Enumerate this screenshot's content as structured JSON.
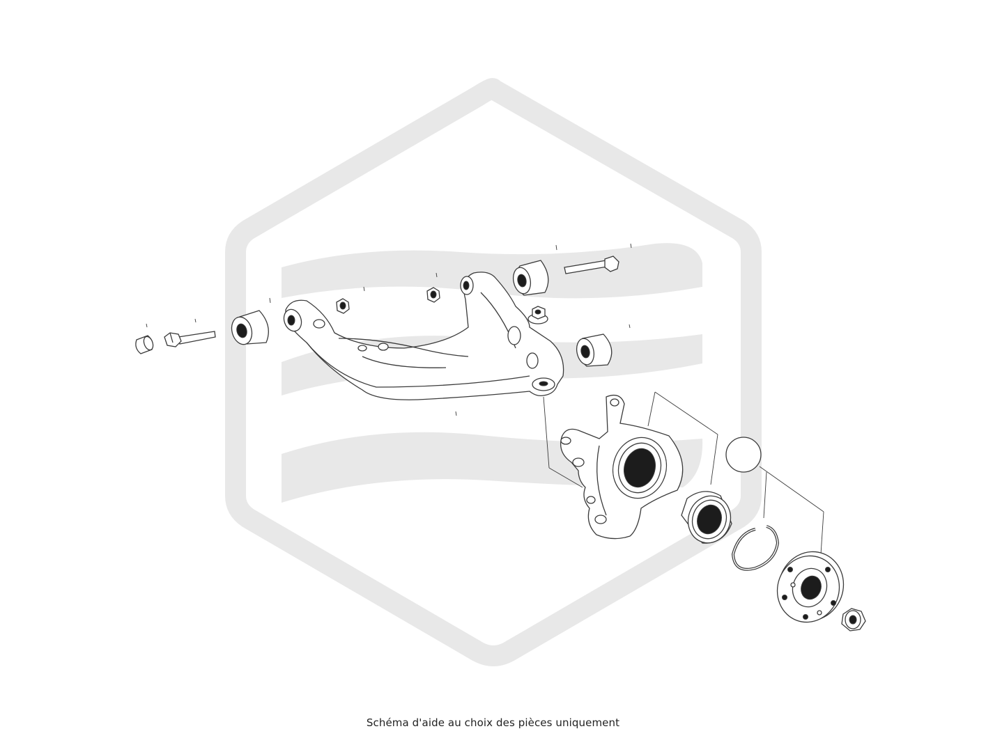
{
  "caption": "Schéma d'aide au choix des pièces uniquement",
  "watermark": {
    "name": "brand-hexagon-watermark",
    "color": "#e8e8e8"
  },
  "colors": {
    "line": "#3a3a3a",
    "fill": "#ffffff",
    "shade": "#d6d6d6",
    "dark": "#1c1c1c"
  },
  "parts": [
    {
      "id": "cap-nut",
      "icon": "cap-nut-icon"
    },
    {
      "id": "long-bolt-left",
      "icon": "bolt-icon"
    },
    {
      "id": "bushing-left",
      "icon": "bushing-icon"
    },
    {
      "id": "control-arm",
      "icon": "control-arm-icon"
    },
    {
      "id": "nut-front",
      "icon": "nut-icon"
    },
    {
      "id": "nut-rear",
      "icon": "nut-icon"
    },
    {
      "id": "bushing-top",
      "icon": "bushing-icon"
    },
    {
      "id": "long-bolt-right",
      "icon": "bolt-icon"
    },
    {
      "id": "flange-nut",
      "icon": "flange-nut-icon"
    },
    {
      "id": "bushing-right",
      "icon": "bushing-icon"
    },
    {
      "id": "steering-knuckle",
      "icon": "knuckle-icon"
    },
    {
      "id": "wheel-bearing",
      "icon": "bearing-icon"
    },
    {
      "id": "circlip",
      "icon": "circlip-icon"
    },
    {
      "id": "wheel-hub",
      "icon": "hub-icon"
    },
    {
      "id": "hub-nut",
      "icon": "hub-nut-icon"
    },
    {
      "id": "callout-circle",
      "icon": "callout-circle-icon"
    }
  ]
}
